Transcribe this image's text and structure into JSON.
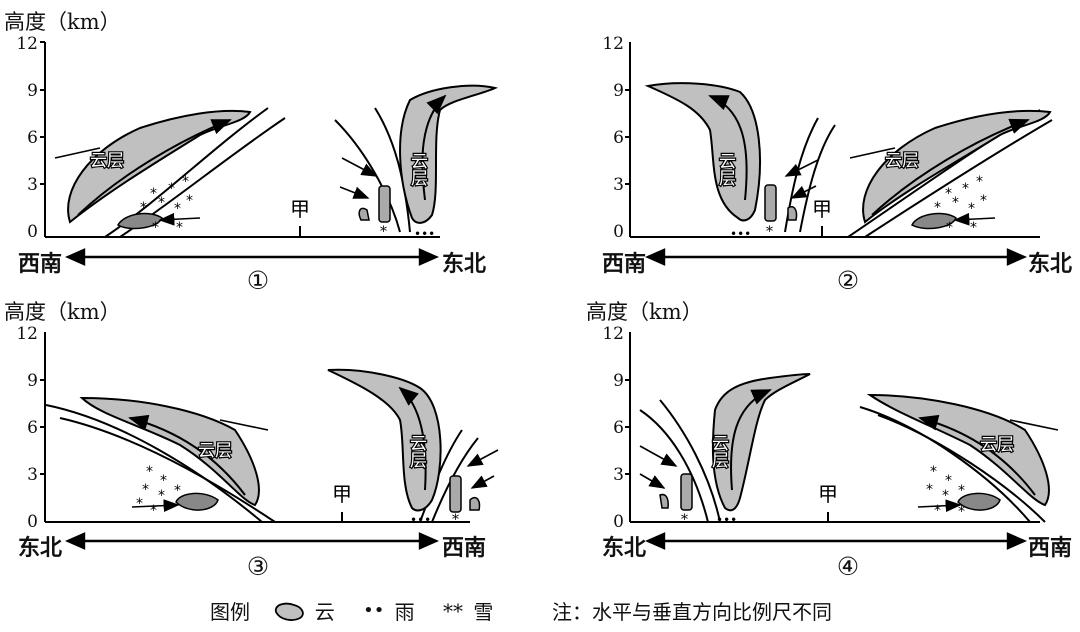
{
  "y_axis": {
    "label": "高度（km）",
    "ticks": [
      "12",
      "9",
      "6",
      "3",
      "0"
    ]
  },
  "panels": [
    {
      "id": "①",
      "left_dir": "西南",
      "right_dir": "东北",
      "cloud_label": "云层",
      "vert_cloud_label": "云层",
      "point_label": "甲",
      "show_ylabel": true
    },
    {
      "id": "②",
      "left_dir": "西南",
      "right_dir": "东北",
      "cloud_label": "云层",
      "vert_cloud_label": "云层",
      "point_label": "甲",
      "show_ylabel": false
    },
    {
      "id": "③",
      "left_dir": "东北",
      "right_dir": "西南",
      "cloud_label": "云层",
      "vert_cloud_label": "云层",
      "point_label": "甲",
      "show_ylabel": true
    },
    {
      "id": "④",
      "left_dir": "东北",
      "right_dir": "西南",
      "cloud_label": "云层",
      "vert_cloud_label": "云层",
      "point_label": "甲",
      "show_ylabel": true
    }
  ],
  "legend": {
    "title": "图例",
    "cloud": "云",
    "rain": "雨",
    "snow": "雪",
    "rain_symbol": "••",
    "snow_symbol": "**"
  },
  "note": "注：水平与垂直方向比例尺不同",
  "colors": {
    "cloud_fill": "#c0c0c0",
    "line": "#000000"
  }
}
